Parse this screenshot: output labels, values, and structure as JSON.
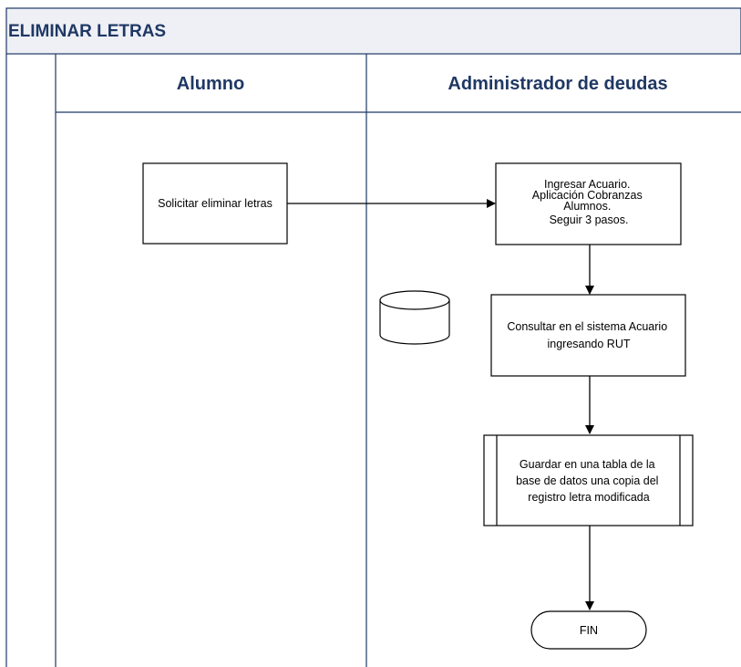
{
  "diagram": {
    "title": "ELIMINAR LETRAS",
    "lanes": [
      {
        "id": "alumno",
        "label": "Alumno"
      },
      {
        "id": "admin",
        "label": "Administrador de deudas"
      }
    ],
    "nodes": {
      "solicitar": {
        "lines": [
          "Solicitar eliminar letras"
        ]
      },
      "ingresar": {
        "lines": [
          "Ingresar Acuario.",
          "Aplicación Cobranzas",
          "Alumnos.",
          "Seguir 3 pasos."
        ]
      },
      "consultar": {
        "lines": [
          "Consultar en el sistema Acuario",
          "ingresando RUT"
        ]
      },
      "guardar": {
        "lines": [
          "Guardar en una tabla de la",
          "base de datos una copia del",
          "registro letra modificada"
        ]
      },
      "fin": {
        "lines": [
          "FIN"
        ]
      }
    },
    "colors": {
      "border": "#1f3864",
      "title_bg": "#eef0f6",
      "title_text": "#1f3864",
      "node_border": "#000000"
    }
  }
}
